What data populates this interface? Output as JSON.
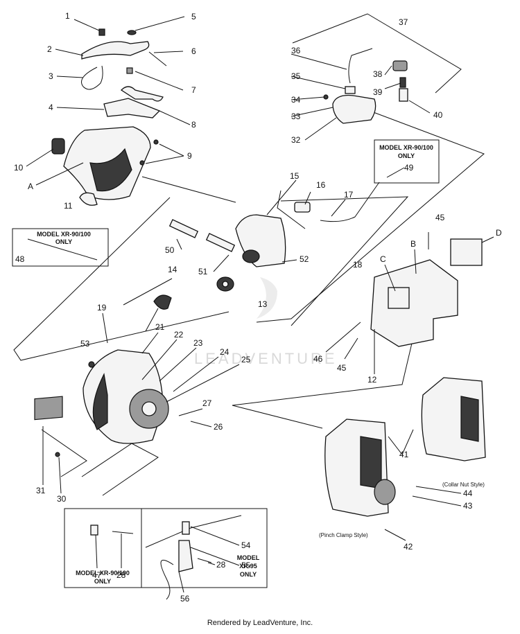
{
  "callouts": [
    {
      "id": "c1",
      "text": "1"
    },
    {
      "id": "c2",
      "text": "2"
    },
    {
      "id": "c3",
      "text": "3"
    },
    {
      "id": "c4",
      "text": "4"
    },
    {
      "id": "c5",
      "text": "5"
    },
    {
      "id": "c6",
      "text": "6"
    },
    {
      "id": "c7",
      "text": "7"
    },
    {
      "id": "c8",
      "text": "8"
    },
    {
      "id": "c9",
      "text": "9"
    },
    {
      "id": "c10",
      "text": "10"
    },
    {
      "id": "cA",
      "text": "A"
    },
    {
      "id": "c11",
      "text": "11"
    },
    {
      "id": "c37",
      "text": "37"
    },
    {
      "id": "c36",
      "text": "36"
    },
    {
      "id": "c38",
      "text": "38"
    },
    {
      "id": "c35",
      "text": "35"
    },
    {
      "id": "c39",
      "text": "39"
    },
    {
      "id": "c34",
      "text": "34"
    },
    {
      "id": "c33",
      "text": "33"
    },
    {
      "id": "c40",
      "text": "40"
    },
    {
      "id": "c32",
      "text": "32"
    },
    {
      "id": "c49",
      "text": "49"
    },
    {
      "id": "c15",
      "text": "15"
    },
    {
      "id": "c16",
      "text": "16"
    },
    {
      "id": "c17",
      "text": "17"
    },
    {
      "id": "c48",
      "text": "48"
    },
    {
      "id": "c50",
      "text": "50"
    },
    {
      "id": "c52",
      "text": "52"
    },
    {
      "id": "c51",
      "text": "51"
    },
    {
      "id": "c18",
      "text": "18"
    },
    {
      "id": "c45a",
      "text": "45"
    },
    {
      "id": "cD",
      "text": "D"
    },
    {
      "id": "cB",
      "text": "B"
    },
    {
      "id": "cC",
      "text": "C"
    },
    {
      "id": "c14",
      "text": "14"
    },
    {
      "id": "c13",
      "text": "13"
    },
    {
      "id": "c19",
      "text": "19"
    },
    {
      "id": "c21",
      "text": "21"
    },
    {
      "id": "c22",
      "text": "22"
    },
    {
      "id": "c23",
      "text": "23"
    },
    {
      "id": "c53",
      "text": "53"
    },
    {
      "id": "c24",
      "text": "24"
    },
    {
      "id": "c46",
      "text": "46"
    },
    {
      "id": "c45b",
      "text": "45"
    },
    {
      "id": "c25",
      "text": "25"
    },
    {
      "id": "c12",
      "text": "12"
    },
    {
      "id": "c27",
      "text": "27"
    },
    {
      "id": "c26",
      "text": "26"
    },
    {
      "id": "c41",
      "text": "41"
    },
    {
      "id": "c44",
      "text": "44"
    },
    {
      "id": "c43",
      "text": "43"
    },
    {
      "id": "c31",
      "text": "31"
    },
    {
      "id": "c30",
      "text": "30"
    },
    {
      "id": "c42",
      "text": "42"
    },
    {
      "id": "c54",
      "text": "54"
    },
    {
      "id": "c55",
      "text": "55"
    },
    {
      "id": "c47",
      "text": "47"
    },
    {
      "id": "c28a",
      "text": "28"
    },
    {
      "id": "c28b",
      "text": "28"
    },
    {
      "id": "c56",
      "text": "56"
    }
  ],
  "boxes": {
    "model_xr_90_100_top_line1": "MODEL XR-90/100",
    "model_xr_90_100_top_line2": "ONLY",
    "model_xr_90_100_left_line1": "MODEL XR-90/100",
    "model_xr_90_100_left_line2": "ONLY",
    "model_xr_90_100_bottom_line1": "MODEL XR-90/100",
    "model_xr_90_100_bottom_line2": "ONLY",
    "model_xr_95_line1": "MODEL",
    "model_xr_95_line2": "XR-95",
    "model_xr_95_line3": "ONLY"
  },
  "captions": {
    "collar_nut": "(Collar Nut Style)",
    "pinch_clamp": "(Pinch Clamp Style)"
  },
  "watermark": "LEADVENTURE",
  "footer": "Rendered by LeadVenture, Inc."
}
